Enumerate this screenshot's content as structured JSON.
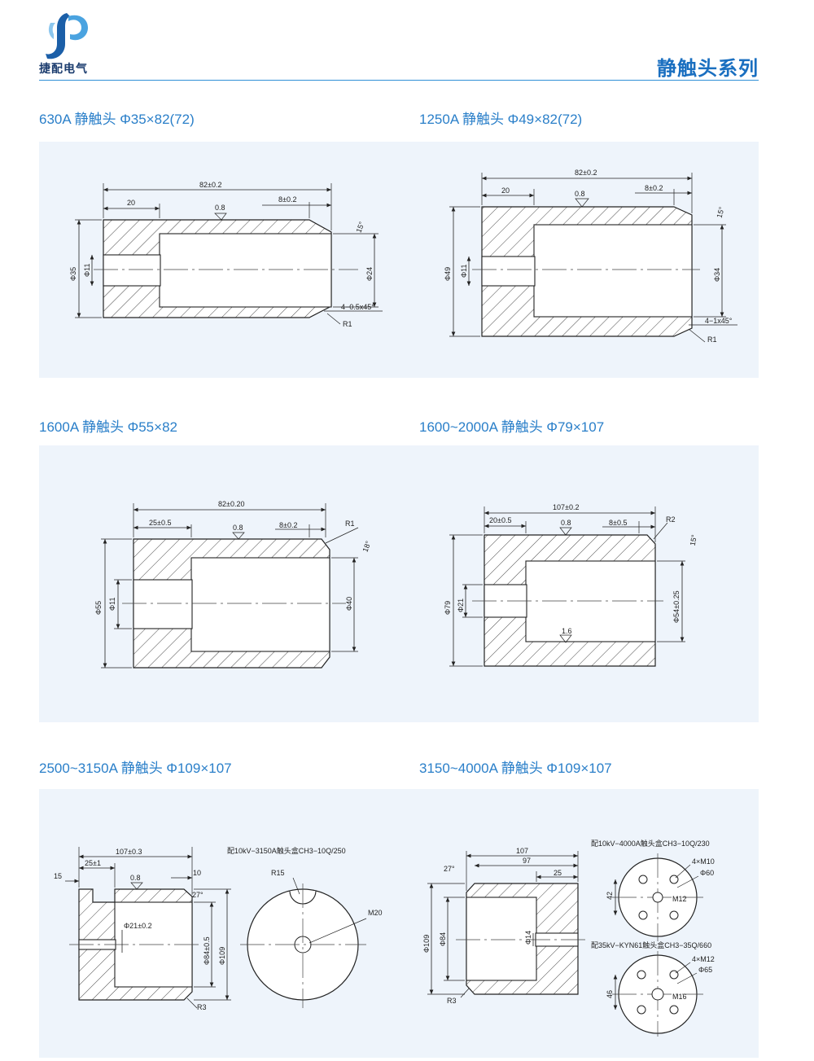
{
  "header": {
    "logo_text": "捷配电气",
    "series_title": "静触头系列"
  },
  "sections": [
    {
      "title": "630A 静触头 Φ35×82(72)",
      "dims": {
        "length": "82±0.2",
        "step": "20",
        "chamfer_len": "8±0.2",
        "roughness": "0.8",
        "angle": "15°",
        "outer": "Φ35",
        "hole": "Φ11",
        "bore": "Φ24",
        "chamfer": "4−0.5x45°",
        "radius": "R1"
      }
    },
    {
      "title": "1250A 静触头 Φ49×82(72)",
      "dims": {
        "length": "82±0.2",
        "step": "20",
        "chamfer_len": "8±0.2",
        "roughness": "0.8",
        "angle": "15°",
        "outer": "Φ49",
        "hole": "Φ11",
        "bore": "Φ34",
        "chamfer": "4−1x45°",
        "radius": "R1"
      }
    },
    {
      "title": "1600A 静触头 Φ55×82",
      "dims": {
        "length": "82±0.20",
        "step": "25±0.5",
        "chamfer_len": "8±0.2",
        "roughness": "0.8",
        "angle": "18°",
        "outer": "Φ55",
        "hole": "Φ11",
        "bore": "Φ40",
        "radius": "R1"
      }
    },
    {
      "title": "1600~2000A 静触头 Φ79×107",
      "dims": {
        "length": "107±0.2",
        "step": "20±0.5",
        "chamfer_len": "8±0.5",
        "roughness": "0.8",
        "roughness2": "1.6",
        "angle": "15°",
        "outer": "Φ79",
        "hole": "Φ21",
        "bore": "Φ54±0.25",
        "radius": "R2"
      }
    },
    {
      "title": "2500~3150A 静触头 Φ109×107",
      "dims": {
        "length": "107±0.3",
        "step": "25±1",
        "left_chamfer": "15",
        "right_chamfer": "10",
        "roughness": "0.8",
        "angle": "27°",
        "hole": "Φ21±0.2",
        "bore": "Φ84±0.5",
        "outer": "Φ109",
        "radius": "R3",
        "box_note": "配10kV−3150A触头盒CH3−10Q/250",
        "radius_end": "R15",
        "thread": "M20"
      }
    },
    {
      "title": "3150~4000A 静触头 Φ109×107",
      "dims": {
        "length": "107",
        "inner_len": "97",
        "step": "25",
        "angle": "27°",
        "outer": "Φ109",
        "bore": "Φ84",
        "hole": "Φ14",
        "radius": "R3",
        "note1": "配10kV−4000A触头盒CH3−10Q/230",
        "n1_holes": "4×M10",
        "n1_pcd": "Φ60",
        "n1_center": "M12",
        "n1_off": "42",
        "note2": "配35kV−KYN61触头盒CH3−35Q/660",
        "n2_holes": "4×M12",
        "n2_pcd": "Φ65",
        "n2_center": "M16",
        "n2_off": "46"
      }
    }
  ],
  "colors": {
    "accent": "#2a7fc9",
    "title": "#1a6fc0",
    "panel": "#eef4fb",
    "logo": "#1b3c6e"
  }
}
